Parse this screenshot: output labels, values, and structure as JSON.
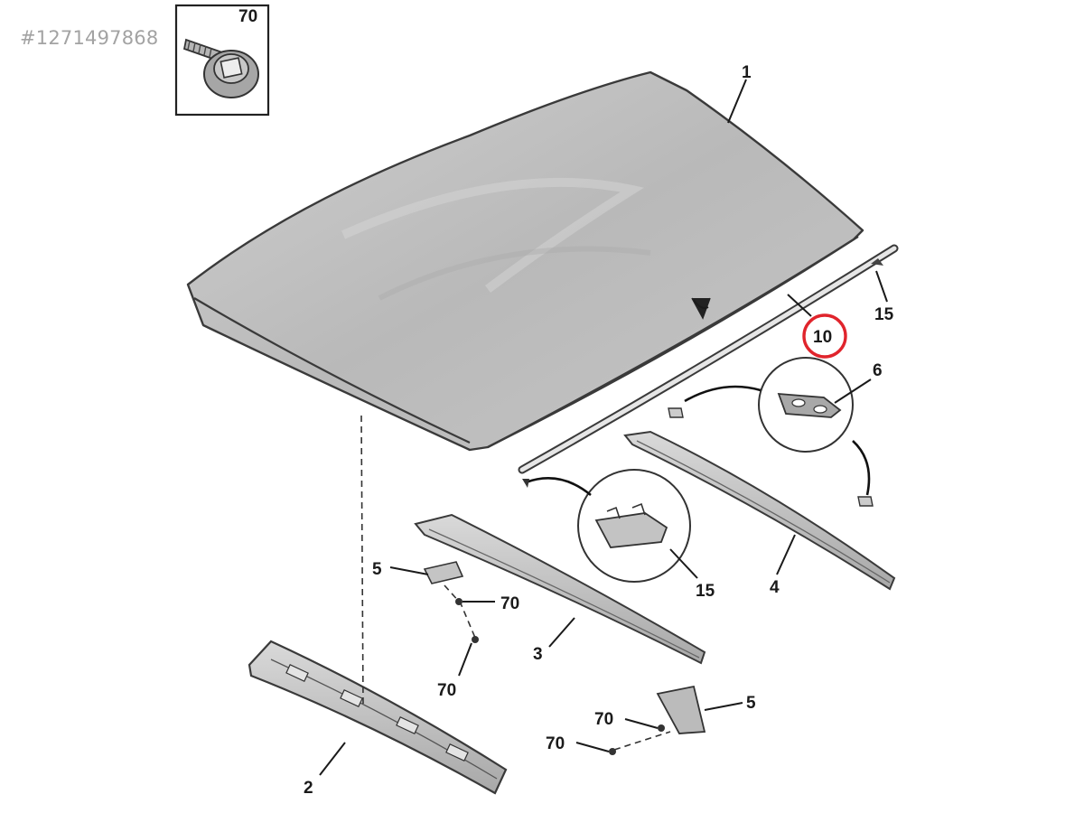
{
  "watermark": "#1271497868",
  "detail_box_label": "70",
  "highlight_color": "#e0242c",
  "callouts": {
    "roof_panel": "1",
    "rear_header": "2",
    "middle_crossmember": "3",
    "front_crossmember": "4",
    "bracket_left": "5",
    "bracket_right": "5",
    "pad": "6",
    "roof_moulding": "10",
    "clip_top": "15",
    "clip_detail": "15",
    "bolt_a": "70",
    "bolt_b": "70",
    "bolt_c": "70",
    "bolt_d": "70"
  }
}
